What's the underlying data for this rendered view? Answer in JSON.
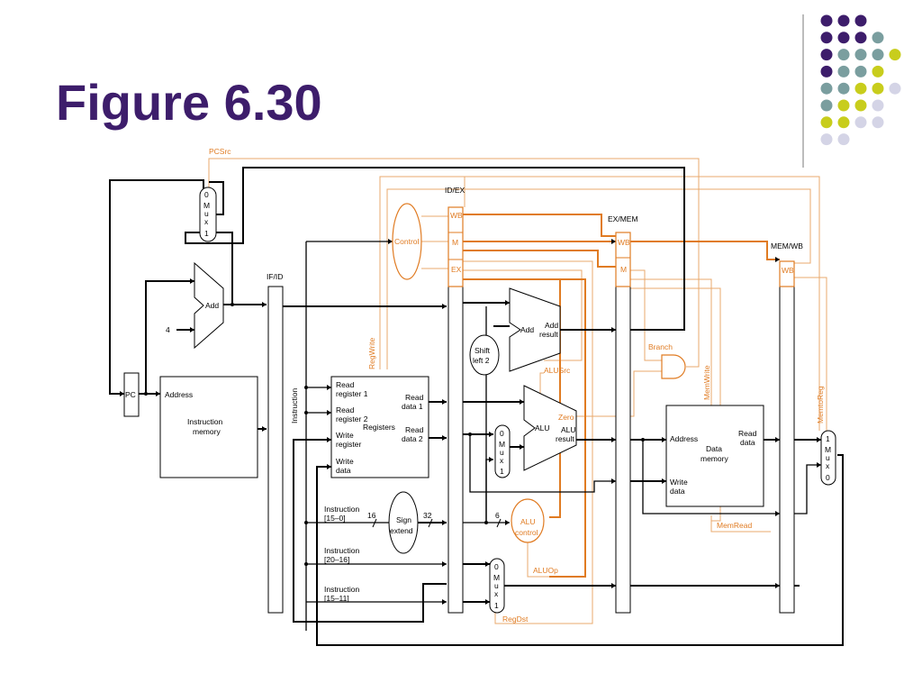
{
  "title": "Figure 6.30",
  "colors": {
    "title": "#3d1d6b",
    "dots": [
      "#3d1d6b",
      "#7a9e9f",
      "#c8cd1c",
      "#d4d4e6"
    ],
    "control": "#e07b22",
    "wire": "#000000"
  },
  "dot_grid": [
    [
      0,
      0,
      0
    ],
    [
      0,
      0,
      0,
      1
    ],
    [
      0,
      1,
      1,
      1,
      2
    ],
    [
      0,
      1,
      1,
      2
    ],
    [
      1,
      1,
      2,
      2,
      3
    ],
    [
      1,
      2,
      2,
      3
    ],
    [
      2,
      2,
      3,
      3
    ],
    [
      3,
      3
    ]
  ],
  "labels": {
    "pcsrc": "PCSrc",
    "if_id": "IF/ID",
    "id_ex": "ID/EX",
    "ex_mem": "EX/MEM",
    "mem_wb": "MEM/WB",
    "wb": "WB",
    "m": "M",
    "ex": "EX",
    "control": "Control",
    "add": "Add",
    "add_result_1": "Add",
    "add_result_2": "result",
    "four": "4",
    "pc": "PC",
    "address": "Address",
    "instr_mem_1": "Instruction",
    "instr_mem_2": "memory",
    "instruction": "Instruction",
    "regwrite": "RegWrite",
    "read_register_1a": "Read",
    "read_register_1b": "register 1",
    "read_register_2a": "Read",
    "read_register_2b": "register 2",
    "write_register_a": "Write",
    "write_register_b": "register",
    "write_data_a": "Write",
    "write_data_b": "data",
    "registers": "Registers",
    "read_data_1a": "Read",
    "read_data_1b": "data 1",
    "read_data_2a": "Read",
    "read_data_2b": "data 2",
    "shift_1": "Shift",
    "shift_2": "left 2",
    "alu": "ALU",
    "alu_result_1": "ALU",
    "alu_result_2": "result",
    "zero": "Zero",
    "alusrc": "ALUSrc",
    "branch": "Branch",
    "memwrite": "MemWrite",
    "memread": "MemRead",
    "memtoreg": "MemtoReg",
    "data_address": "Address",
    "data_read_1": "Read",
    "data_read_2": "data",
    "data_mem_1": "Data",
    "data_mem_2": "memory",
    "data_write_1": "Write",
    "data_write_2": "data",
    "instr_15_0_a": "Instruction",
    "instr_15_0_b": "[15–0]",
    "sixteen": "16",
    "thirtytwo": "32",
    "sign_1": "Sign",
    "sign_2": "extend",
    "six": "6",
    "alu_control_1": "ALU",
    "alu_control_2": "control",
    "instr_20_16_a": "Instruction",
    "instr_20_16_b": "[20–16]",
    "instr_15_11_a": "Instruction",
    "instr_15_11_b": "[15–11]",
    "aluop": "ALUOp",
    "regdst": "RegDst",
    "mux_a": [
      "0",
      "M",
      "u",
      "x",
      "1"
    ],
    "mux_b": [
      "0",
      "M",
      "u",
      "x",
      "1"
    ],
    "mux_c": [
      "0",
      "M",
      "u",
      "x",
      "1"
    ],
    "mux_d": [
      "1",
      "M",
      "u",
      "x",
      "0"
    ]
  }
}
